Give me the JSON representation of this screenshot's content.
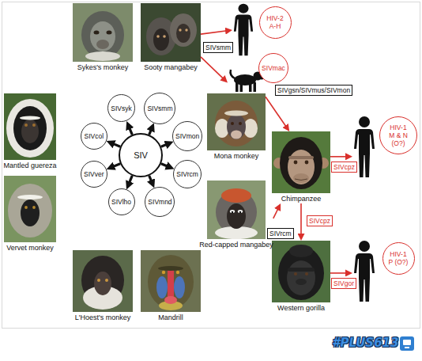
{
  "diagram": {
    "nodes": [
      {
        "text": [
          "Sykes's monkey"
        ]
      },
      {
        "text": [
          "Sooty mangabey"
        ]
      },
      {
        "text": [
          "HIV-2 A-H"
        ]
      },
      {
        "text": [
          "SIVmac"
        ]
      },
      {
        "text": [
          "Mantled guereza"
        ]
      },
      {
        "text": [
          "SIV"
        ]
      },
      {
        "text": [
          "SIVsyk"
        ]
      },
      {
        "text": [
          "SIVsmm"
        ]
      },
      {
        "text": [
          "SIVmon"
        ]
      },
      {
        "text": [
          "SIVrcm"
        ]
      },
      {
        "text": [
          "SIVmnd"
        ]
      },
      {
        "text": [
          "SIVlho"
        ]
      },
      {
        "text": [
          "SIVver"
        ]
      },
      {
        "text": [
          "SIVcol"
        ]
      },
      {
        "text": [
          "Mona monkey"
        ]
      },
      {
        "text": [
          "Chimpanzee"
        ]
      },
      {
        "text": [
          "HIV-1 M & N (O?)"
        ]
      },
      {
        "text": [
          "Vervet monkey"
        ]
      },
      {
        "text": [
          "Red-capped mangabey"
        ]
      },
      {
        "text": [
          "Western gorilla"
        ]
      },
      {
        "text": [
          "HIV-1 P (O?)"
        ]
      },
      {
        "text": [
          "L'Hoest's monkey"
        ]
      },
      {
        "text": [
          "Mandrill"
        ]
      }
    ],
    "edges": [
      {
        "from": 1,
        "to": 2,
        "label": "SIVsmm",
        "arrow": "to"
      },
      {
        "from": 1,
        "to": 3,
        "arrow": "to"
      },
      {
        "from": 14,
        "to": 15,
        "label": "SIVgsn/SIVmus/SIVmon",
        "arrow": "to"
      },
      {
        "from": 18,
        "to": 15,
        "label": "SIVrcm",
        "arrow": "to"
      },
      {
        "from": 15,
        "to": 16,
        "label": "SIVcpz",
        "arrow": "to"
      },
      {
        "from": 15,
        "to": 19,
        "label": "SIVcpz",
        "arrow": "to"
      },
      {
        "from": 19,
        "to": 20,
        "label": "SIVgor",
        "arrow": "to"
      },
      {
        "from": 5,
        "to": 6,
        "arrow": "to"
      },
      {
        "from": 5,
        "to": 7,
        "arrow": "to"
      },
      {
        "from": 5,
        "to": 8,
        "arrow": "to"
      },
      {
        "from": 5,
        "to": 9,
        "arrow": "to"
      },
      {
        "from": 5,
        "to": 10,
        "arrow": "to"
      },
      {
        "from": 5,
        "to": 11,
        "arrow": "to"
      },
      {
        "from": 5,
        "to": 12,
        "arrow": "to"
      },
      {
        "from": 5,
        "to": 13,
        "arrow": "to"
      }
    ],
    "labels": [
      "#PLUS613"
    ]
  }
}
